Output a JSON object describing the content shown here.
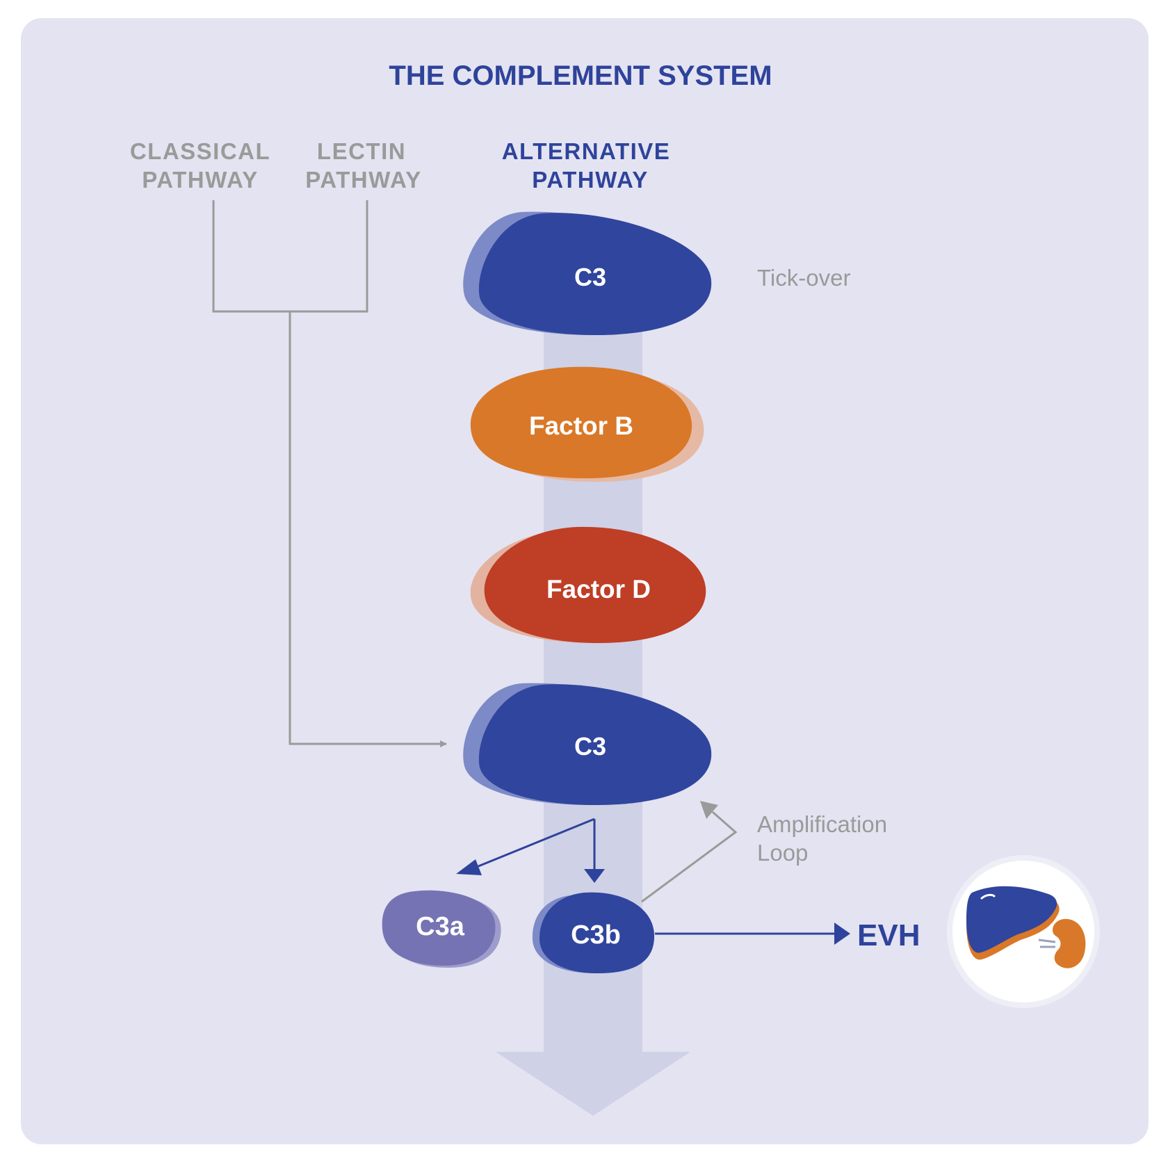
{
  "title": "THE COMPLEMENT SYSTEM",
  "pathways": {
    "classical": [
      "CLASSICAL",
      "PATHWAY"
    ],
    "lectin": [
      "LECTIN",
      "PATHWAY"
    ],
    "alternative": [
      "ALTERNATIVE",
      "PATHWAY"
    ]
  },
  "nodes": {
    "c3_top": "C3",
    "factor_b": "Factor B",
    "factor_d": "Factor D",
    "c3_mid": "C3",
    "c3a": "C3a",
    "c3b": "C3b"
  },
  "annotations": {
    "tick_over": "Tick-over",
    "amplification": [
      "Amplification",
      "Loop"
    ],
    "evh": "EVH"
  },
  "icons": [
    "liver-icon",
    "kidney-icon"
  ],
  "colors": {
    "background": "#e4e3f1",
    "title": "#2e439b",
    "c3": "#30459d",
    "c3a": "#7673b4",
    "factor_b": "#d97828",
    "factor_d": "#bf3e26",
    "gray_text": "#9a9a9a",
    "flow_band": "#cfd1e6"
  }
}
